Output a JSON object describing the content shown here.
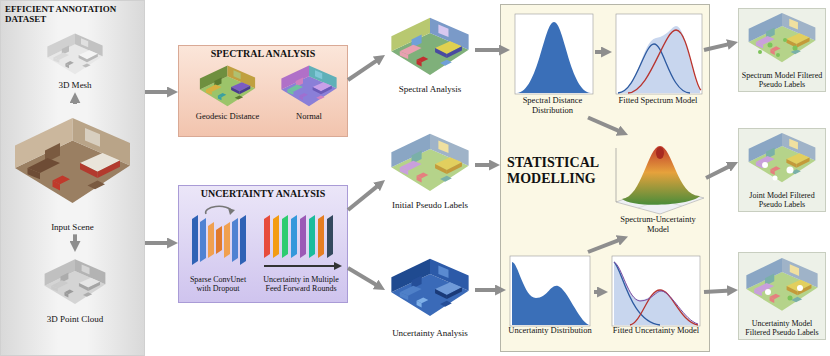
{
  "diagram": {
    "nodes": [
      {
        "text": [
          "EFFICIENT ANNOTATION DATASET"
        ]
      },
      {
        "text": [
          "3D Mesh"
        ],
        "in": 0
      },
      {
        "text": [
          "Input Scene"
        ],
        "in": 0
      },
      {
        "text": [
          "3D Point Cloud"
        ],
        "in": 0
      },
      {
        "text": [
          "SPECTRAL ANALYSIS"
        ]
      },
      {
        "text": [
          "Geodesic Distance"
        ],
        "in": 4
      },
      {
        "text": [
          "Normal"
        ],
        "in": 4
      },
      {
        "text": [
          "UNCERTAINTY ANALYSIS"
        ]
      },
      {
        "text": [
          "Sparse ConvUnet with Dropout"
        ],
        "in": 7
      },
      {
        "text": [
          "Uncertainty in Multiple Feed Forward Rounds"
        ],
        "in": 7
      },
      {
        "text": [
          "Spectral Analysis"
        ]
      },
      {
        "text": [
          "Initial Pseudo Labels"
        ]
      },
      {
        "text": [
          "Uncertainty Analysis"
        ]
      },
      {
        "text": [
          "STATISTICAL MODELLING"
        ]
      },
      {
        "text": [
          "Spectral Distance Distribution"
        ],
        "in": 13
      },
      {
        "text": [
          "Fitted Spectrum Model"
        ],
        "in": 13
      },
      {
        "text": [
          "Spectrum-Uncertainty Model"
        ],
        "in": 13
      },
      {
        "text": [
          "Uncertainty Distribution"
        ],
        "in": 13
      },
      {
        "text": [
          "Fitted Uncertainty Model"
        ],
        "in": 13
      },
      {
        "text": [
          "Spectrum Model Filtered Pseudo Labels"
        ]
      },
      {
        "text": [
          "Joint Model Filtered Pseudo Labels"
        ]
      },
      {
        "text": [
          "Uncertainty Model Filtered Pseudo Labels"
        ]
      }
    ],
    "edges": [
      {
        "from": 2,
        "to": 1,
        "arrow": "to"
      },
      {
        "from": 2,
        "to": 3,
        "arrow": "to"
      },
      {
        "from": 0,
        "to": 4,
        "arrow": "to"
      },
      {
        "from": 0,
        "to": 7,
        "arrow": "to"
      },
      {
        "from": 4,
        "to": 10,
        "arrow": "to"
      },
      {
        "from": 7,
        "to": 11,
        "arrow": "to"
      },
      {
        "from": 7,
        "to": 12,
        "arrow": "to"
      },
      {
        "from": 10,
        "to": 14,
        "arrow": "to"
      },
      {
        "from": 11,
        "to": 13,
        "arrow": "to"
      },
      {
        "from": 12,
        "to": 17,
        "arrow": "to"
      },
      {
        "from": 14,
        "to": 15,
        "arrow": "to"
      },
      {
        "from": 14,
        "to": 16,
        "arrow": "to"
      },
      {
        "from": 17,
        "to": 16,
        "arrow": "to"
      },
      {
        "from": 17,
        "to": 18,
        "arrow": "to"
      },
      {
        "from": 15,
        "to": 19,
        "arrow": "to"
      },
      {
        "from": 16,
        "to": 20,
        "arrow": "to"
      },
      {
        "from": 18,
        "to": 21,
        "arrow": "to"
      }
    ]
  }
}
